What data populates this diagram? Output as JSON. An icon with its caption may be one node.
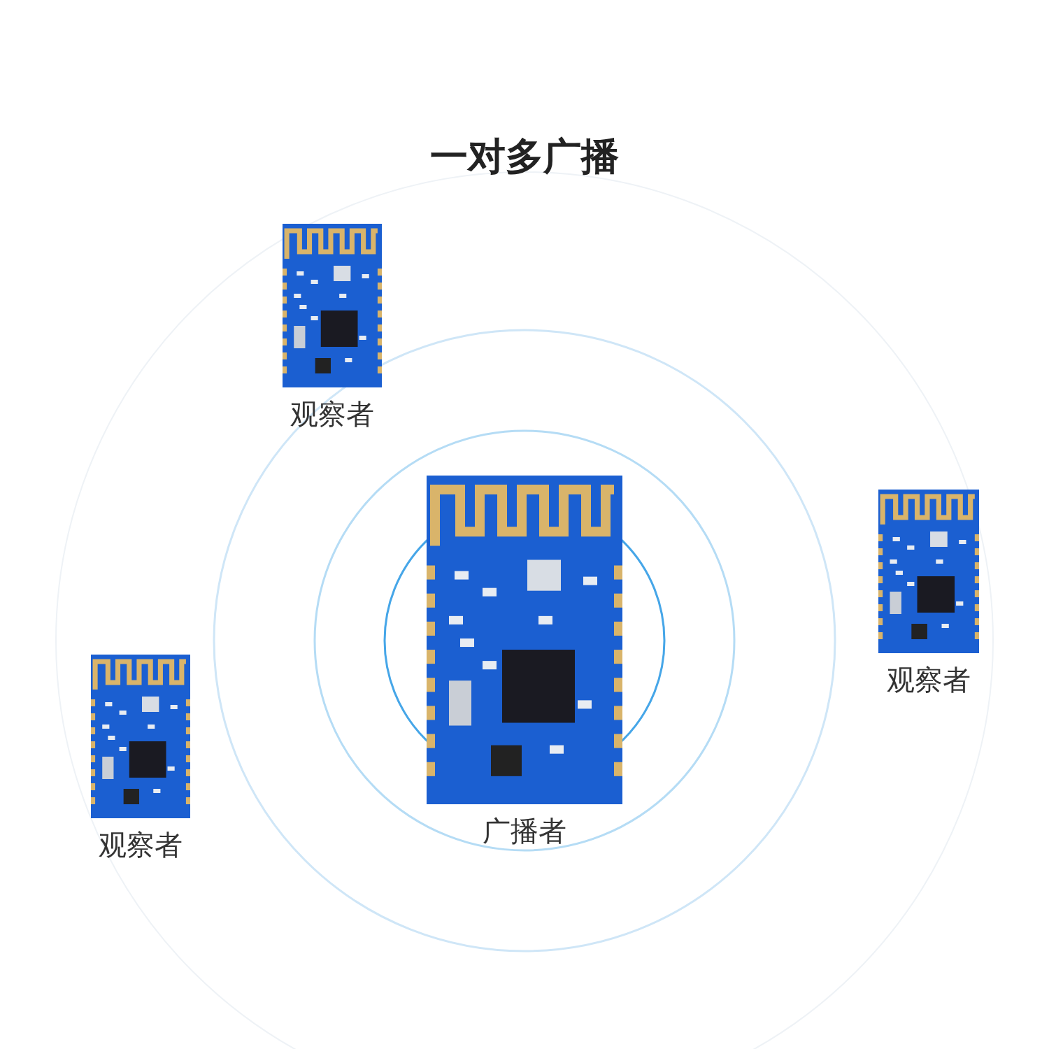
{
  "diagram": {
    "title": "一对多广播",
    "nodes": [
      {
        "text": [
          "观察者"
        ]
      },
      {
        "text": [
          "广播者"
        ]
      },
      {
        "text": [
          "观察者"
        ]
      },
      {
        "text": [
          "观察者"
        ]
      }
    ]
  }
}
